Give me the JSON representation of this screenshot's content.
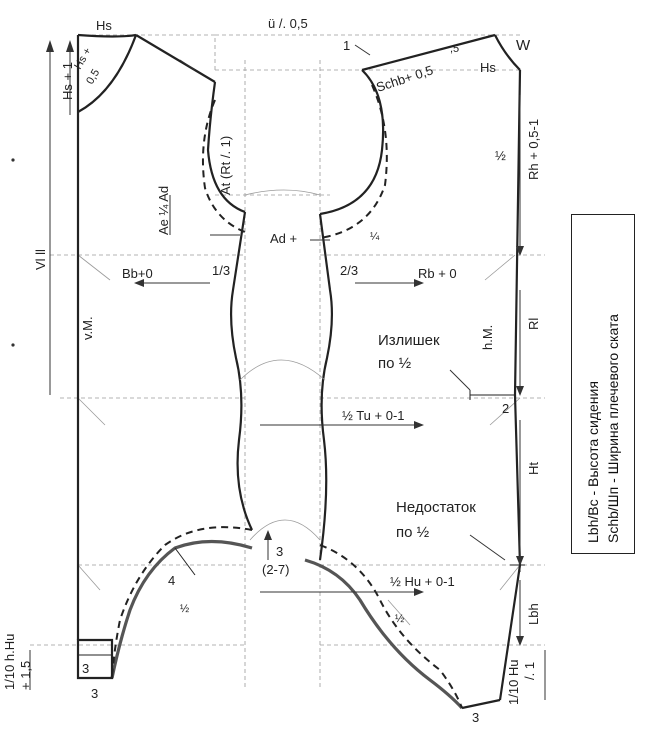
{
  "labels": {
    "hs_left": "Hs",
    "hs_plus_05": "Hs +",
    "hs_plus_05_b": "0,5",
    "hs_plus_1": "Hs + 1",
    "u_05": "ü /. 0,5",
    "one": "1",
    "schb": "Schb+ 0,5",
    "point5": ",5",
    "w": "W",
    "hs_right": "Hs",
    "rh": "Rh + 0,5-1",
    "half_rh": "½",
    "ae": "Ae ¼ Ad",
    "at": "At (Rt /. 1)",
    "ad_plus": "Ad +",
    "quarter": "¼",
    "vl": "Vl  ll",
    "bb": "Bb+0",
    "one_third": "1/3",
    "two_third": "2/3",
    "rb": "Rb + 0",
    "vm": "v.M.",
    "hm": "h.M.",
    "rl": "Rl",
    "izlishek": "Излишек",
    "po_half_1": "по ½",
    "half_tu": "½ Tu + 0-1",
    "two": "2",
    "ht": "Ht",
    "nedostatok": "Недостаток",
    "po_half_2": "по ½",
    "three_23": "3",
    "two_seven": "(2-7)",
    "four": "4",
    "half_left": "½",
    "half_hu": "½ Hu + 0-1",
    "half_right": "½",
    "lbh": "Lbh",
    "hu_left_1": "1/10 h.Hu",
    "hu_left_2": "+ 1,5",
    "three_box": "3",
    "three_bottom_left": "3",
    "hu_right_1": "1/10 Hu",
    "hu_right_2": "/. 1",
    "three_bottom_right": "3"
  },
  "legend": {
    "line1": "Lbh/Bc - Высота сидения",
    "line2": "Schb/Шп - Ширина плечевого ската"
  }
}
